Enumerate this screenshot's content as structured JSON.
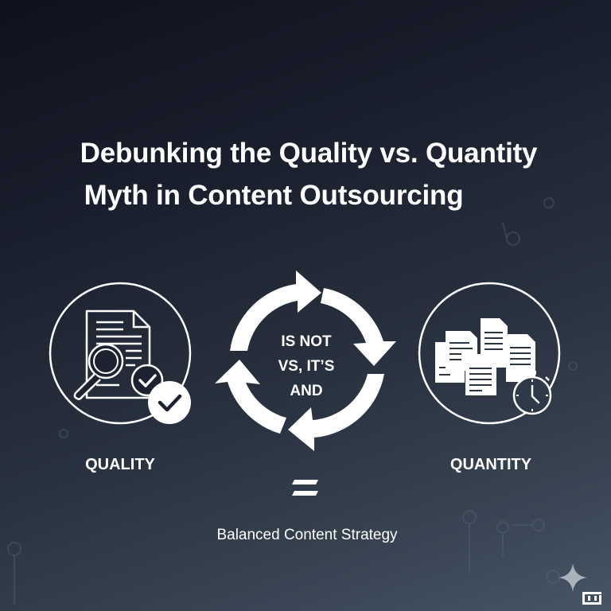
{
  "title": {
    "line1": "Debunking the Quality vs. Quantity",
    "line2": "Myth in Content Outsourcing"
  },
  "left": {
    "label": "QUALITY",
    "icon": "document-magnifier-check-icon"
  },
  "center": {
    "lines": [
      "IS NOT",
      "VS, IT’S",
      "AND"
    ],
    "icon": "cycle-arrows-icon"
  },
  "right": {
    "label": "QUANTITY",
    "icon": "documents-stopwatch-icon"
  },
  "result": {
    "symbol": "equals-icon",
    "label": "Balanced Content Strategy"
  },
  "colors": {
    "background_top": "#10111d",
    "background_bottom": "#465564",
    "foreground": "#ffffff",
    "watermark": "#aab2bb"
  }
}
